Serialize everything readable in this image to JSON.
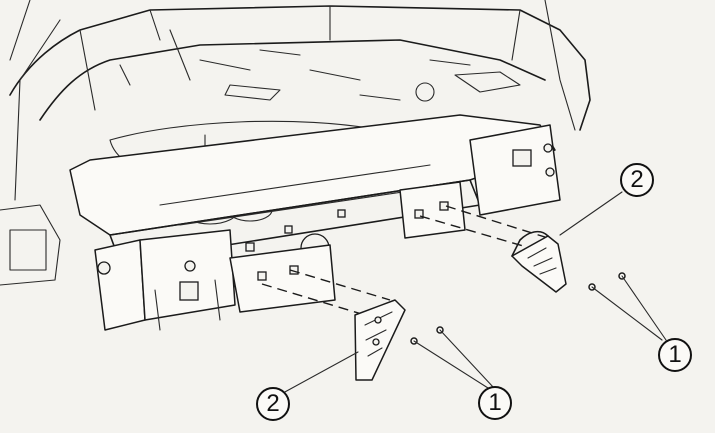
{
  "callouts": {
    "bracket_right_label": "2",
    "fastener_right_label": "1",
    "bracket_left_label": "2",
    "fastener_left_label": "1"
  }
}
